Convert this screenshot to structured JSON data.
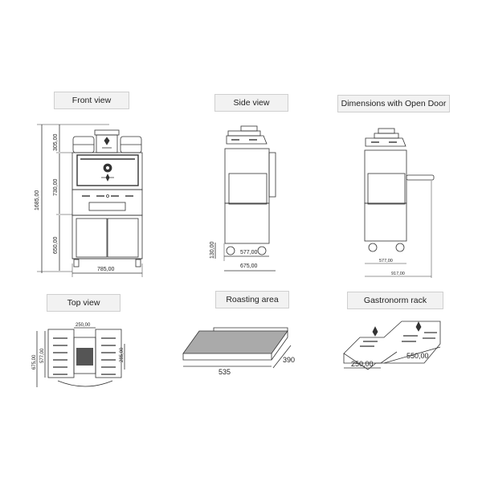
{
  "panels": {
    "front_view": {
      "title": "Front view",
      "dimensions": {
        "total_height": "1685,00",
        "top_height": "305,00",
        "middle_height": "730,00",
        "bottom_height": "650,00",
        "width": "785,00"
      }
    },
    "side_view": {
      "title": "Side view",
      "dimensions": {
        "wheel_height": "130,00",
        "inner_depth": "577,00",
        "total_depth": "675,00"
      }
    },
    "open_door": {
      "title": "Dimensions with Open Door",
      "dimensions": {
        "inner_depth": "577,00",
        "total_depth": "917,00"
      }
    },
    "top_view": {
      "title": "Top view",
      "dimensions": {
        "total_depth": "675,00",
        "inner_depth": "577,00",
        "chimney_width": "250,00",
        "grate_depth": "285,00"
      }
    },
    "roasting_area": {
      "title": "Roasting area",
      "dimensions": {
        "width": "535",
        "depth": "390"
      }
    },
    "gastronorm_rack": {
      "title": "Gastronorm rack",
      "dimensions": {
        "width": "250,00",
        "length": "550,00"
      }
    }
  },
  "colors": {
    "label_bg": "#f2f2f2",
    "label_border": "#cfcfcf",
    "line": "#333333"
  }
}
